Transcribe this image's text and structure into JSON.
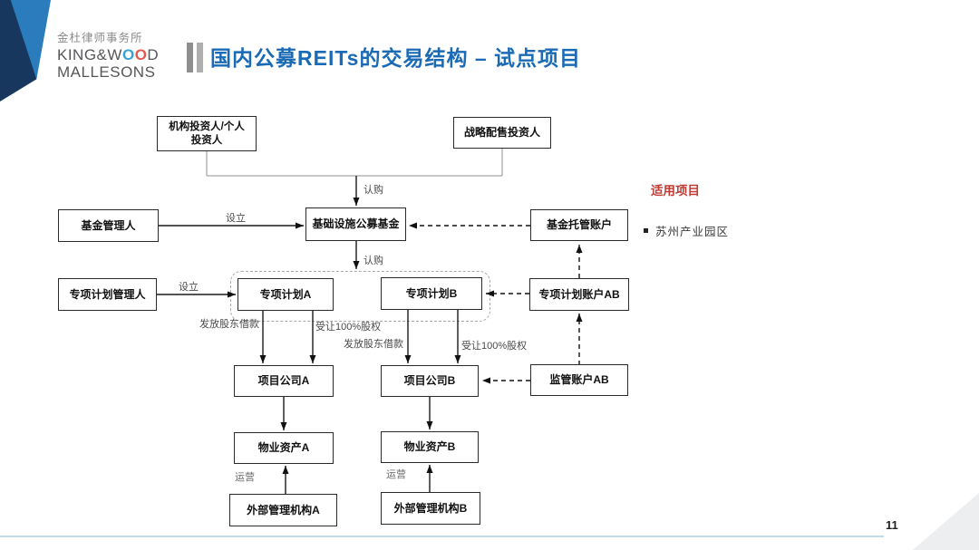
{
  "slide": {
    "logo": {
      "chinese": "金杜律师事务所",
      "latin_pre": "KING&W",
      "o1": "O",
      "o2": "O",
      "latin_post": "D",
      "latin_line2": "MALLESONS"
    },
    "title": "国内公募REITs的交易结构 – 试点项目",
    "page_number": "11"
  },
  "diagram": {
    "nodes": {
      "investors": "机构投资人/个人\n投资人",
      "strategic_investors": "战略配售投资人",
      "fund_manager": "基金管理人",
      "public_fund": "基础设施公募基金",
      "custody_account": "基金托管账户",
      "plan_manager": "专项计划管理人",
      "plan_a": "专项计划A",
      "plan_b": "专项计划B",
      "plan_account_ab": "专项计划账户AB",
      "project_company_a": "项目公司A",
      "project_company_b": "项目公司B",
      "supervision_account_ab": "监管账户AB",
      "property_asset_a": "物业资产A",
      "property_asset_b": "物业资产B",
      "external_manager_a": "外部管理机构A",
      "external_manager_b": "外部管理机构B"
    },
    "edge_labels": {
      "subscribe_top": "认购",
      "establish_fund": "设立",
      "subscribe_mid": "认购",
      "establish_plan": "设立",
      "loan_a": "发放股东借款",
      "equity_a": "受让100%股权",
      "loan_b": "发放股东借款",
      "equity_b": "受让100%股权",
      "operate_a": "运营",
      "operate_b": "运营"
    }
  },
  "sidebar": {
    "heading": "适用项目",
    "items": [
      {
        "label": "苏州产业园区"
      }
    ]
  },
  "colors": {
    "title_blue": "#1a6ab5",
    "accent_red": "#c03a32",
    "deco_dark_blue": "#17375e",
    "deco_light_blue": "#2b7cbc",
    "footer_line_blue": "#c3d9ea"
  }
}
